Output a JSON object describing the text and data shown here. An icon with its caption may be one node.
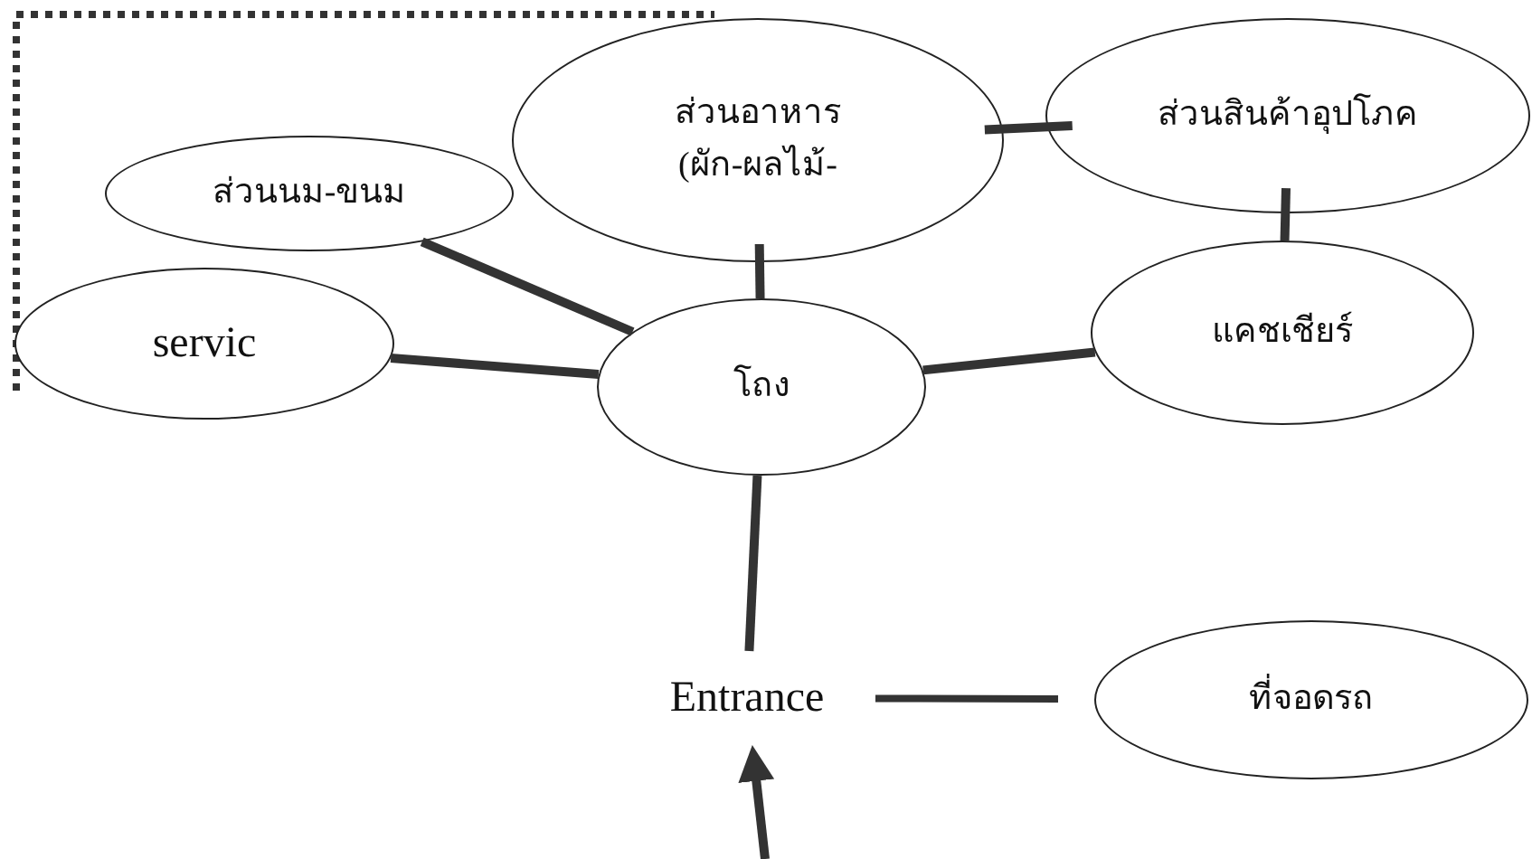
{
  "diagram": {
    "nodes": [
      {
        "text": [
          "ส่วนนม-ขนม"
        ]
      },
      {
        "text": [
          "ส่วนอาหาร",
          "(ผัก-ผลไม้-"
        ]
      },
      {
        "text": [
          "ส่วนสินค้าอุปโภค"
        ]
      },
      {
        "text": [
          "servic"
        ]
      },
      {
        "text": [
          "โถง"
        ]
      },
      {
        "text": [
          "แคชเชียร์"
        ]
      },
      {
        "text": [
          "Entrance"
        ]
      },
      {
        "text": [
          "ที่จอดรถ"
        ]
      }
    ],
    "edges": [
      {
        "from": 0,
        "to": 4,
        "arrow": "none"
      },
      {
        "from": 1,
        "to": 4,
        "arrow": "none"
      },
      {
        "from": 1,
        "to": 2,
        "arrow": "none"
      },
      {
        "from": 2,
        "to": 5,
        "arrow": "none"
      },
      {
        "from": 3,
        "to": 4,
        "arrow": "none"
      },
      {
        "from": 4,
        "to": 5,
        "arrow": "none"
      },
      {
        "from": 4,
        "to": 6,
        "arrow": "none"
      },
      {
        "from": 6,
        "to": 7,
        "arrow": "none"
      },
      {
        "from": null,
        "to": 6,
        "arrow": "to"
      }
    ]
  }
}
